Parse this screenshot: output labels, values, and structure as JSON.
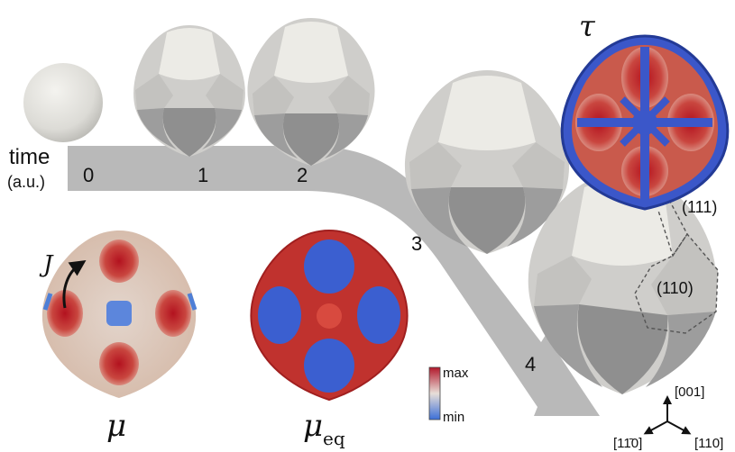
{
  "time_axis": {
    "label_line1": "time",
    "label_line2": "(a.u.)",
    "steps": [
      "0",
      "1",
      "2",
      "3",
      "4"
    ]
  },
  "facets": {
    "facet_111": "(111)",
    "facet_110": "(110)"
  },
  "maps": {
    "tau": "τ",
    "mu": "μ",
    "mu_eq_base": "μ",
    "mu_eq_sub": "eq",
    "flux": "J"
  },
  "colorbar": {
    "max_label": "max",
    "min_label": "min",
    "colors": {
      "max": "#b2182b",
      "mid": "#e8ded8",
      "min": "#3b6fd8"
    }
  },
  "axes_triad": {
    "up": "[001]",
    "left": "[11̄0]",
    "right": "[110]"
  }
}
